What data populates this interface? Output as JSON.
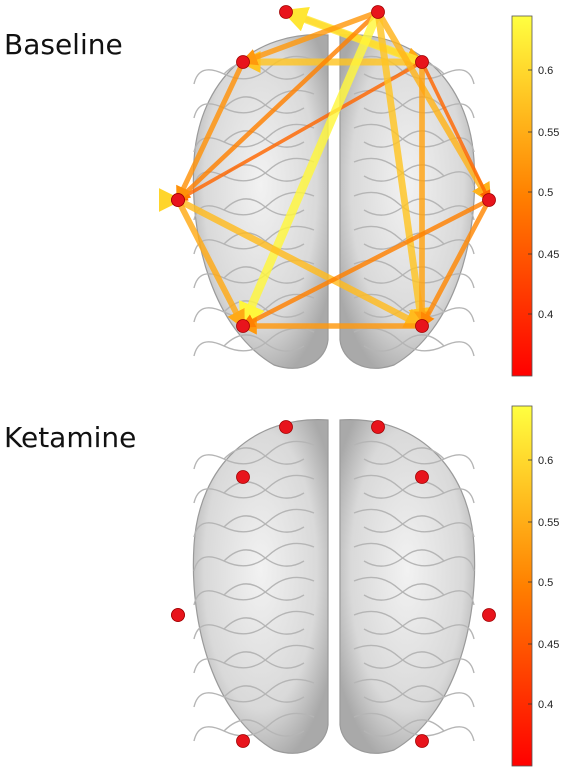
{
  "panels": [
    {
      "title": "Baseline"
    },
    {
      "title": "Ketamine"
    }
  ],
  "colorbar": {
    "ticks": [
      "0.6",
      "0.55",
      "0.5",
      "0.45",
      "0.4"
    ],
    "range": [
      0.35,
      0.65
    ],
    "colors": {
      "low": "#ff0000",
      "mid": "#ff8000",
      "high": "#ffff40"
    }
  },
  "nodes": [
    "n1",
    "n2",
    "n3",
    "n4",
    "n5",
    "n6",
    "n7",
    "n8",
    "n9"
  ],
  "baseline_connections": [
    {
      "from": "n1",
      "to": "n4",
      "value": 0.55
    },
    {
      "from": "n4",
      "to": "n3",
      "value": 0.58
    },
    {
      "from": "n4",
      "to": "n1",
      "value": 0.62
    },
    {
      "from": "n4",
      "to": "n5",
      "value": 0.47
    },
    {
      "from": "n2",
      "to": "n5",
      "value": 0.5
    },
    {
      "from": "n2",
      "to": "n3",
      "value": 0.53
    },
    {
      "from": "n2",
      "to": "n7",
      "value": 0.64
    },
    {
      "from": "n2",
      "to": "n6",
      "value": 0.56
    },
    {
      "from": "n2",
      "to": "n8",
      "value": 0.58
    },
    {
      "from": "n3",
      "to": "n9",
      "value": 0.52
    },
    {
      "from": "n4",
      "to": "n8",
      "value": 0.54
    },
    {
      "from": "n5",
      "to": "n8",
      "value": 0.57
    },
    {
      "from": "n6",
      "to": "n8",
      "value": 0.51
    },
    {
      "from": "n8",
      "to": "n7",
      "value": 0.53
    },
    {
      "from": "n6",
      "to": "n7",
      "value": 0.5
    },
    {
      "from": "n9",
      "to": "n7",
      "value": 0.55
    },
    {
      "from": "n5",
      "to": "n9",
      "value": 0.6
    },
    {
      "from": "n4",
      "to": "n6",
      "value": 0.47
    }
  ],
  "ketamine_connections": []
}
